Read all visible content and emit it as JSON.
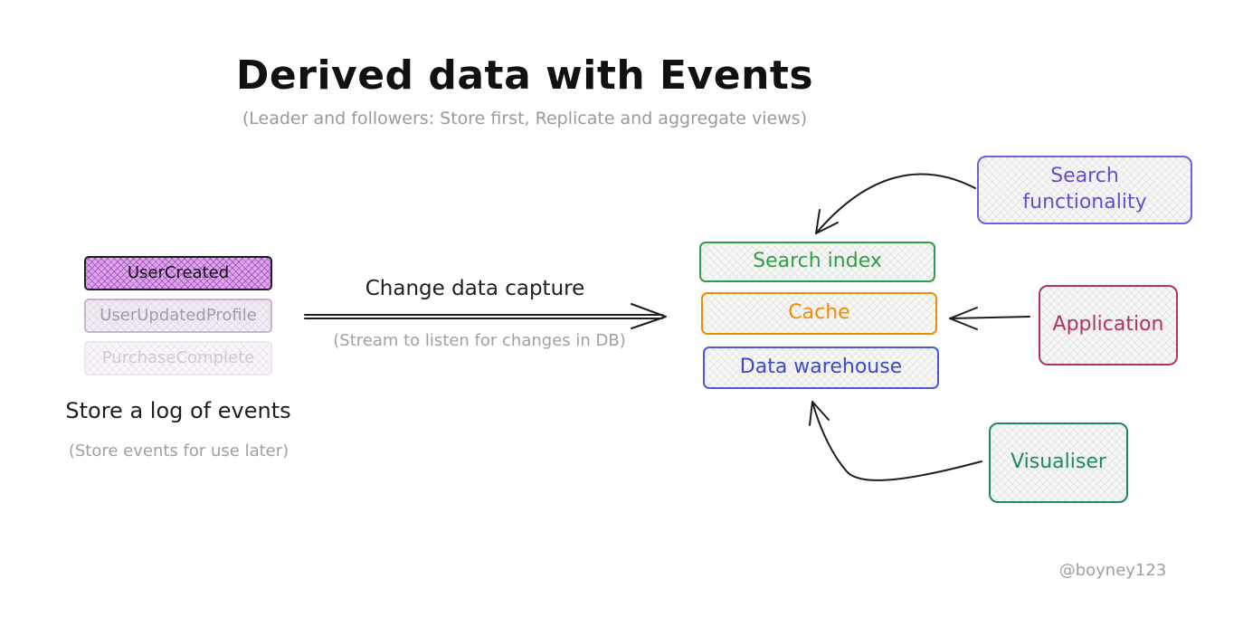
{
  "header": {
    "title": "Derived data with Events",
    "subtitle": "(Leader and followers: Store first, Replicate and aggregate views)"
  },
  "events": {
    "items": [
      {
        "label": "UserCreated"
      },
      {
        "label": "UserUpdatedProfile"
      },
      {
        "label": "PurchaseComplete"
      }
    ],
    "heading": "Store a log of events",
    "caption": "(Store events for use later)"
  },
  "flow": {
    "label": "Change data capture",
    "caption": "(Stream to listen for changes in DB)"
  },
  "targets": {
    "search_index": "Search index",
    "cache": "Cache",
    "data_warehouse": "Data warehouse"
  },
  "consumers": {
    "search_functionality": "Search functionality",
    "application": "Application",
    "visualiser": "Visualiser"
  },
  "credit": "@boyney123",
  "colors": {
    "event_active": "#dea6ec",
    "search_index": "#2f9e44",
    "cache": "#f08c00",
    "data_warehouse": "#4a5ad8",
    "search_functionality": "#7a5cd6",
    "application": "#b03462",
    "visualiser": "#1e8a5c"
  }
}
